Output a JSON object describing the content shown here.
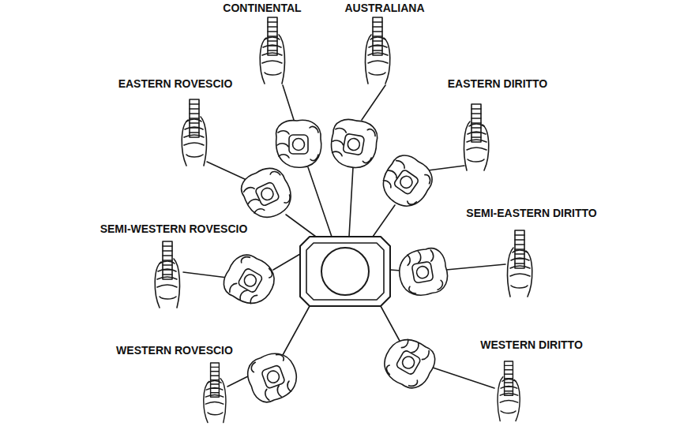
{
  "diagram": {
    "labels": [
      "CONTINENTAL",
      "AUSTRALIANA",
      "EASTERN ROVESCIO",
      "EASTERN DIRITTO",
      "SEMI-WESTERN ROVESCIO",
      "SEMI-EASTERN DIRITTO",
      "WESTERN ROVESCIO",
      "WESTERN DIRITTO"
    ]
  }
}
